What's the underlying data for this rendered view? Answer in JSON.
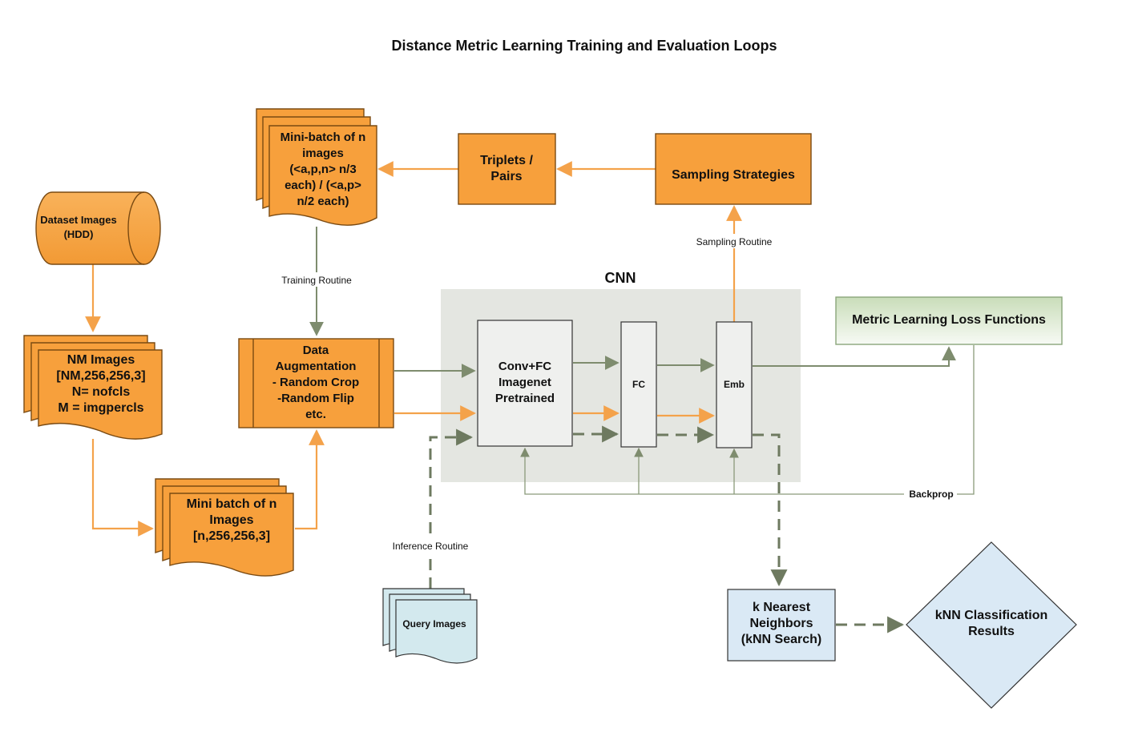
{
  "diagram": {
    "title": "Distance Metric Learning Training and Evaluation Loops",
    "colors": {
      "orange_fill": "#F7A03C",
      "orange_stroke": "#7A4A12",
      "orange_arrow": "#F4A24A",
      "green_arrow": "#7E8C6E",
      "cnn_bg": "#E4E6E1",
      "box_fill": "#EFF0EE",
      "query_fill": "#D3E9EE",
      "knn_fill": "#DAE9F5",
      "loss_stroke": "#8AA67A"
    },
    "nodes": {
      "dataset": [
        "Dataset Images",
        "(HDD)"
      ],
      "nm_images": [
        "NM Images",
        "[NM,256,256,3]",
        "N= nofcls",
        "M = imgpercls"
      ],
      "mini_batch_bottom": [
        "Mini batch of n",
        "Images",
        "[n,256,256,3]"
      ],
      "mini_batch_top": [
        "Mini-batch of n",
        "images",
        "(<a,p,n> n/3",
        "each) / (<a,p>",
        "n/2 each)"
      ],
      "triplets": [
        "Triplets /",
        "Pairs"
      ],
      "sampling": [
        "Sampling Strategies"
      ],
      "augmentation": [
        "Data",
        "Augmentation",
        "- Random Crop",
        "-Random Flip",
        "etc."
      ],
      "cnn_label": "CNN",
      "conv": [
        "Conv+FC",
        "Imagenet",
        "Pretrained"
      ],
      "fc": "FC",
      "emb": "Emb",
      "loss": "Metric Learning Loss Functions",
      "query": "Query Images",
      "knn": [
        "k Nearest",
        "Neighbors",
        "(kNN Search)"
      ],
      "results": [
        "kNN Classification",
        "Results"
      ]
    },
    "edge_labels": {
      "training": "Training Routine",
      "sampling": "Sampling Routine",
      "backprop": "Backprop",
      "inference": "Inference Routine"
    }
  }
}
